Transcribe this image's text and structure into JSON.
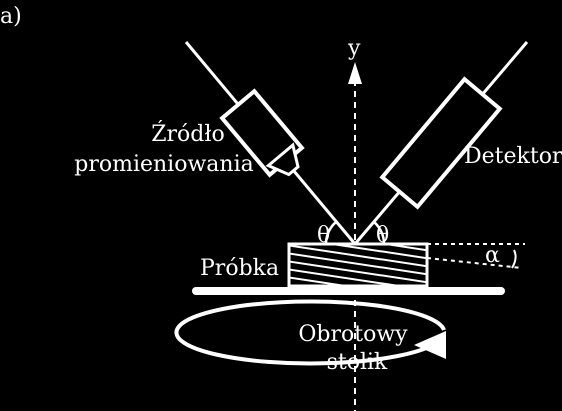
{
  "panel_label": "a)",
  "axis_label": "y",
  "source_label_line1": "Źródło",
  "source_label_line2": "promieniowania",
  "detector_label": "Detektor",
  "theta_left": "θ",
  "theta_right": "θ",
  "alpha_label": "α",
  "sample_label": "Próbka",
  "stage_label_line1": "Obrotowy",
  "stage_label_line2": "stolik",
  "colors": {
    "background": "#000000",
    "foreground": "#ffffff"
  }
}
